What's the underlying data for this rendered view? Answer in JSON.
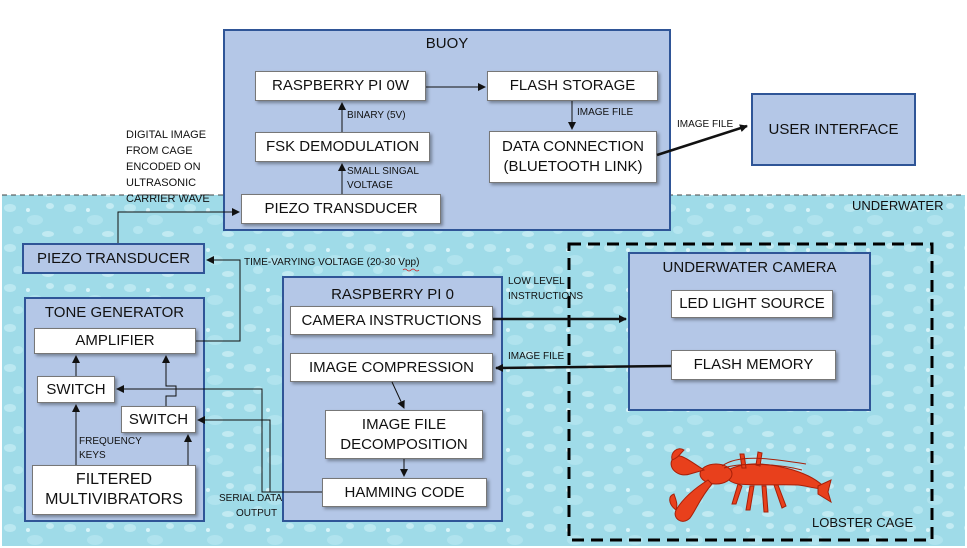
{
  "regions": {
    "underwater": "UNDERWATER",
    "lobster_cage": "LOBSTER CAGE"
  },
  "colors": {
    "panel_fill": "#b4c7e7",
    "panel_border": "#2f5597",
    "water": "#9fdbe8",
    "lobster": "#e8401c"
  },
  "buoy": {
    "title": "BUOY",
    "raspberry_pi_0w": "RASPBERRY PI 0W",
    "flash_storage": "FLASH STORAGE",
    "fsk_demodulation": "FSK DEMODULATION",
    "data_connection_line1": "DATA CONNECTION",
    "data_connection_line2": "(BLUETOOTH LINK)",
    "piezo_transducer": "PIEZO TRANSDUCER",
    "label_binary": "BINARY (5V)",
    "label_image_file": "IMAGE FILE",
    "label_small_signal_line1": "SMALL SINGAL",
    "label_small_signal_line2": "VOLTAGE"
  },
  "user_interface": "USER INTERFACE",
  "labels": {
    "image_file_to_ui": "IMAGE FILE",
    "digital_image": [
      "DIGITAL IMAGE",
      "FROM CAGE",
      "ENCODED ON",
      "ULTRASONIC",
      "CARRIER WAVE"
    ],
    "time_varying_voltage": "TIME-VARYING VOLTAGE (20-30 Vpp)",
    "low_level_instructions": [
      "LOW LEVEL",
      "INSTRUCTIONS"
    ],
    "image_file_from_camera": "IMAGE FILE",
    "frequency_keys": [
      "FREQUENCY",
      "KEYS"
    ],
    "serial_data_output": [
      "SERIAL DATA",
      "OUTPUT"
    ]
  },
  "piezo_transducer_underwater": "PIEZO TRANSDUCER",
  "tone_generator": {
    "title": "TONE GENERATOR",
    "amplifier": "AMPLIFIER",
    "switch_left": "SWITCH",
    "switch_right": "SWITCH",
    "filtered_line1": "FILTERED",
    "filtered_line2": "MULTIVIBRATORS"
  },
  "raspberry_pi_0": {
    "title": "RASPBERRY PI 0",
    "camera_instructions": "CAMERA INSTRUCTIONS",
    "image_compression": "IMAGE COMPRESSION",
    "image_file_decomp_line1": "IMAGE FILE",
    "image_file_decomp_line2": "DECOMPOSITION",
    "hamming_code": "HAMMING CODE"
  },
  "underwater_camera": {
    "title": "UNDERWATER CAMERA",
    "led_light_source": "LED LIGHT SOURCE",
    "flash_memory": "FLASH MEMORY"
  }
}
